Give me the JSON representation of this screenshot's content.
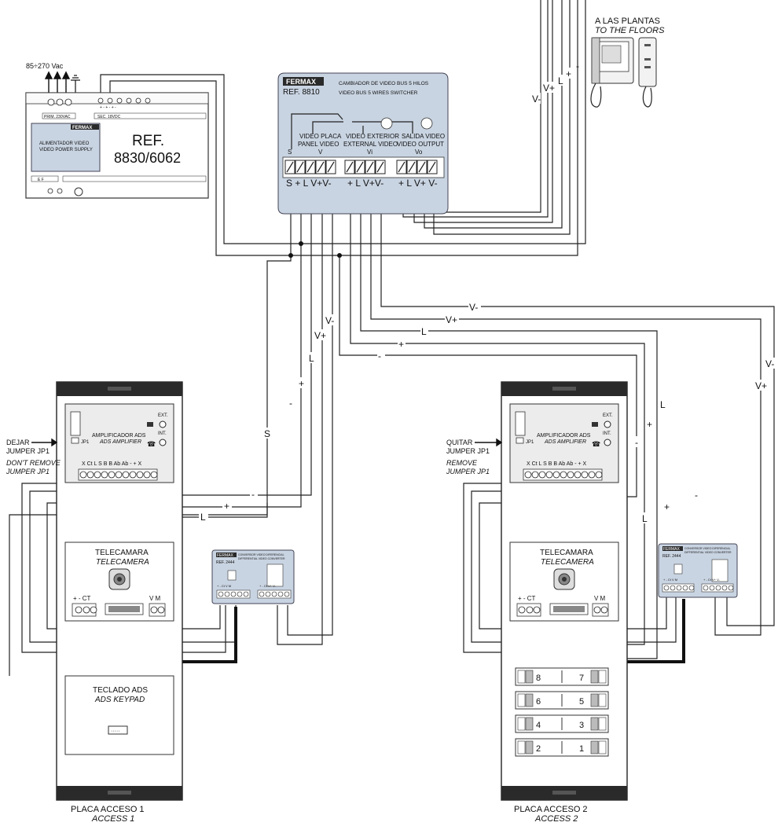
{
  "power": {
    "input_label": "85÷270 Vac",
    "prim": "PRIM. 230VAC",
    "sec": "SEC. 18VDC",
    "brand": "FERMAX",
    "desc_es": "ALIMENTADOR VIDEO",
    "desc_en": "VIDEO POWER SUPPLY",
    "ref_label": "REF.",
    "ref_number": "8830/6062",
    "ef": "E F",
    "term_signs": "+ - + - + -"
  },
  "switcher": {
    "brand": "FERMAX",
    "ref": "REF. 8810",
    "title_es": "CAMBIADOR DE VIDEO BUS 5 HILOS",
    "title_en": "VIDEO BUS 5 WIRES SWITCHER",
    "s_label": "S",
    "panel_es": "VIDEO PLACA",
    "panel_en": "PANEL VIDEO",
    "panel_code": "V",
    "ext_es": "VIDEO EXTERIOR",
    "ext_en": "EXTERNAL VIDEO",
    "ext_code": "Vi",
    "out_es": "SALIDA VIDEO",
    "out_en": "VIDEO OUTPUT",
    "out_code": "Vo",
    "terms_1": "S + L V+V-",
    "terms_2": "+ L V+V-",
    "terms_3": "+ L V+ V-"
  },
  "floors": {
    "es": "A LAS PLANTAS",
    "en": "TO THE FLOORS"
  },
  "wire_labels": {
    "riser_vm": "V-",
    "riser_vp": "V+",
    "riser_l": "L",
    "riser_p": "+",
    "riser_m": "-",
    "mid_vm": "V-",
    "mid_vp": "V+",
    "mid_l": "L",
    "mid_p": "+",
    "mid_m": "-",
    "left_vm": "V-",
    "left_vp": "V+",
    "left_l": "L",
    "left_p": "+",
    "left_m": "-",
    "left_s": "S",
    "right_vm": "V-",
    "right_vp": "V+",
    "right_l": "L",
    "right_p": "+",
    "right_m": "-",
    "p1_plus": "+",
    "p1_minus": "-",
    "p1_l": "L",
    "p2_plus": "+",
    "p2_minus": "-",
    "p2_l": "L"
  },
  "panel1": {
    "jumper_es": "DEJAR",
    "jumper_es2": "JUMPER JP1",
    "jumper_en": "DON'T REMOVE",
    "jumper_en2": "JUMPER JP1",
    "amp_es": "AMPLIFICADOR ADS",
    "amp_en": "ADS AMPLIFIER",
    "jp1": "JP1",
    "ext": "EXT.",
    "int": "INT.",
    "amp_terms": "X Ct L S B B Ab Ab - + X",
    "cam_es": "TELECAMARA",
    "cam_en": "TELECAMERA",
    "cam_terms_left": "+ - CT",
    "cam_terms_right": "V M",
    "conv_brand": "FERMAX",
    "conv_ref": "REF. 2444",
    "conv_desc_es": "CONVERSOR VIDEO DIFERENCIAL",
    "conv_desc_en": "DIFFERENTIAL VIDEO CONVERTER",
    "conv_terms_l": "+ - Ct V M",
    "conv_terms_r": "+ - Ct V+ V-",
    "keypad_es": "TECLADO ADS",
    "keypad_en": "ADS KEYPAD",
    "name_es": "PLACA ACCESO 1",
    "name_en": "ACCESS 1"
  },
  "panel2": {
    "jumper_es": "QUITAR",
    "jumper_es2": "JUMPER JP1",
    "jumper_en": "REMOVE",
    "jumper_en2": "JUMPER JP1",
    "amp_es": "AMPLIFICADOR ADS",
    "amp_en": "ADS AMPLIFIER",
    "jp1": "JP1",
    "ext": "EXT.",
    "int": "INT.",
    "amp_terms": "X Ct L S B B Ab Ab - + X",
    "cam_es": "TELECAMARA",
    "cam_en": "TELECAMERA",
    "cam_terms_left": "+ - CT",
    "cam_terms_right": "V M",
    "conv_brand": "FERMAX",
    "conv_ref": "REF. 2444",
    "conv_desc_es": "CONVERSOR VIDEO DIFERENCIAL",
    "conv_desc_en": "DIFFERENTIAL VIDEO CONVERTER",
    "conv_terms_l": "+ - Ct V M",
    "conv_terms_r": "+ - Ct V+ V-",
    "buttons": [
      {
        "left": "8",
        "right": "7"
      },
      {
        "left": "6",
        "right": "5"
      },
      {
        "left": "4",
        "right": "3"
      },
      {
        "left": "2",
        "right": "1"
      }
    ],
    "name_es": "PLACA ACCESO 2",
    "name_en": "ACCESS 2"
  }
}
